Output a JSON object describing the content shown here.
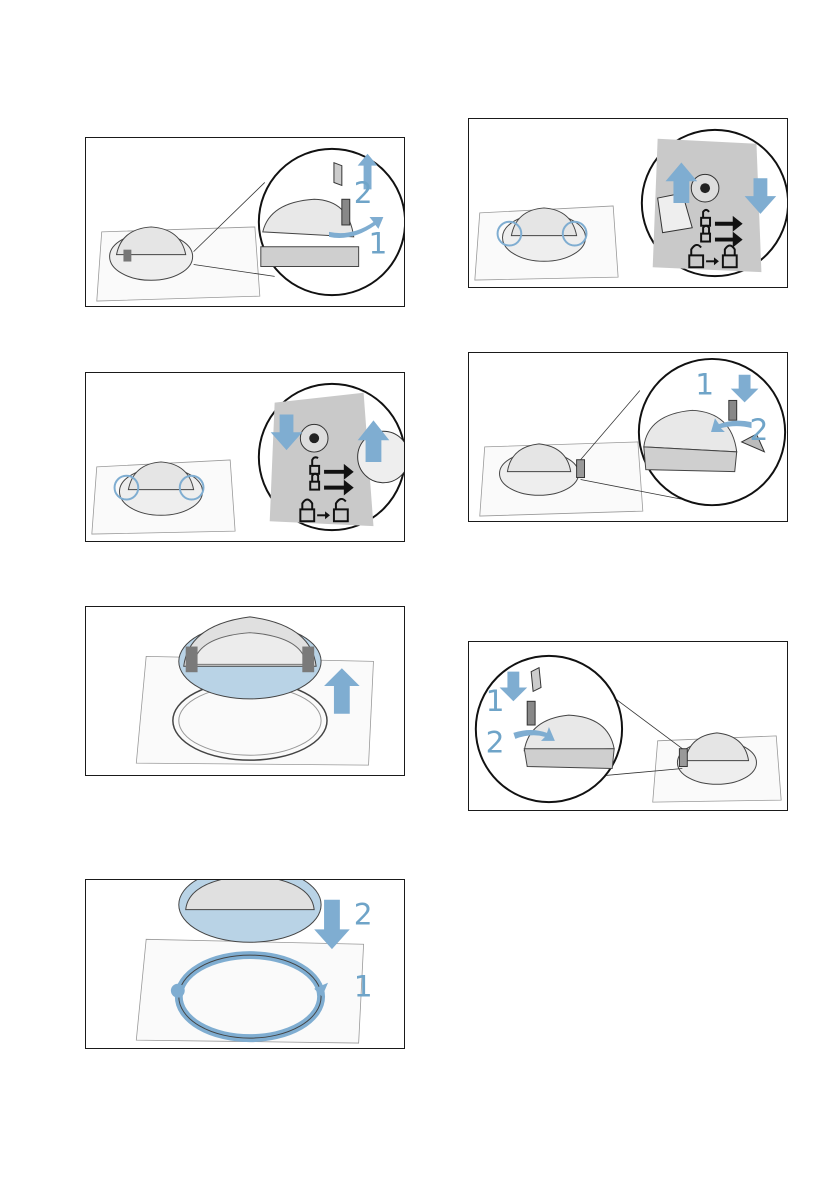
{
  "figures": [
    {
      "id": "f1",
      "name": "remove-door-step-hinge-screw",
      "labels": [
        "2",
        "1"
      ]
    },
    {
      "id": "f2",
      "name": "unlock-door-catches",
      "labels": []
    },
    {
      "id": "f3",
      "name": "lift-off-door",
      "labels": []
    },
    {
      "id": "f4",
      "name": "fit-seal-and-door",
      "labels": [
        "2",
        "1"
      ]
    },
    {
      "id": "f5",
      "name": "lock-door-catches",
      "labels": []
    },
    {
      "id": "f6",
      "name": "fit-hinge-screw-right",
      "labels": [
        "1",
        "2"
      ]
    },
    {
      "id": "f7",
      "name": "fit-hinge-screw-left",
      "labels": [
        "1",
        "2"
      ]
    }
  ],
  "colors": {
    "arrow": "#7fadd1",
    "border": "#1a1a1a",
    "drawing": "#555555",
    "shade": "#d9d9d9"
  },
  "icons": [
    "lock-open-icon",
    "lock-closed-icon",
    "arrow-up-icon",
    "arrow-down-icon",
    "rotate-arrow-icon"
  ]
}
